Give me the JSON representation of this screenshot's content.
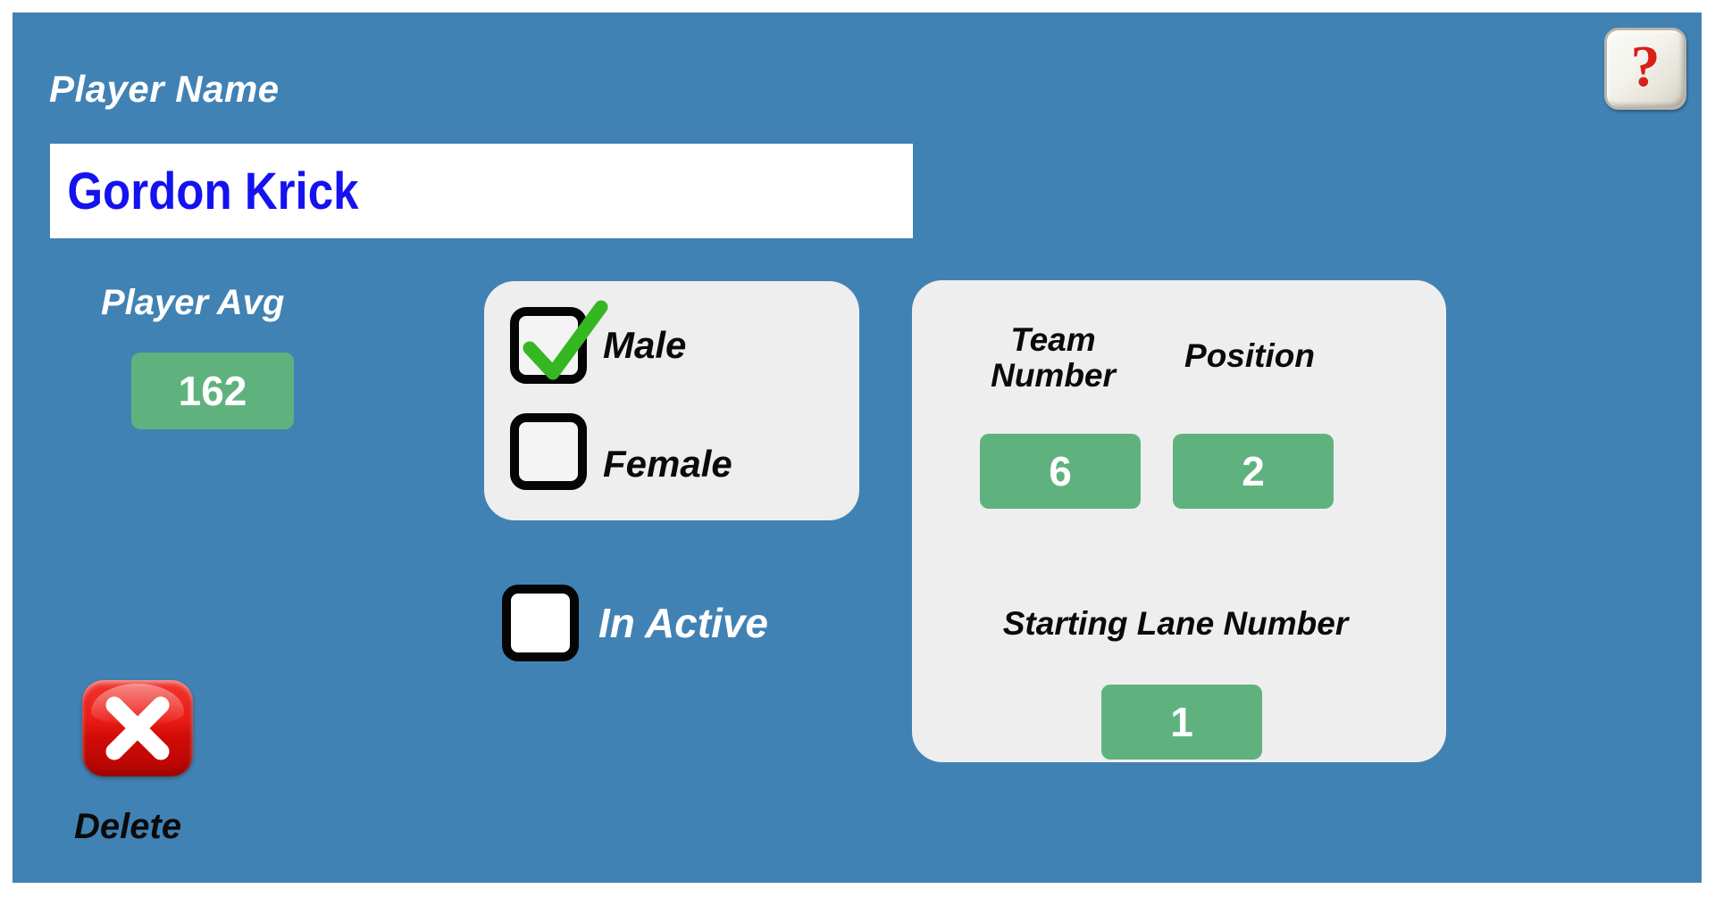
{
  "theme": {
    "background": "#4182b4",
    "card": "#eeeeee",
    "value_green": "#5fb27e",
    "name_text": "#1512f0",
    "delete_red": "#ec1c16",
    "check_green": "#35b722",
    "help_red": "#d81f18"
  },
  "help": {
    "icon": "question-mark-icon",
    "glyph": "?"
  },
  "player": {
    "name_label": "Player Name",
    "name_value": "Gordon Krick",
    "name_placeholder": "Player Name",
    "avg_label": "Player Avg",
    "avg_value": "162"
  },
  "gender": {
    "options": [
      {
        "label": "Male",
        "checked": true
      },
      {
        "label": "Female",
        "checked": false
      }
    ]
  },
  "inactive": {
    "label": "In Active",
    "checked": false
  },
  "delete": {
    "label": "Delete",
    "icon": "close-x-icon"
  },
  "team": {
    "team_number_label": "Team\nNumber",
    "team_number_line1": "Team",
    "team_number_line2": "Number",
    "team_number_value": "6",
    "position_label": "Position",
    "position_value": "2",
    "lane_label": "Starting Lane Number",
    "lane_value": "1"
  }
}
